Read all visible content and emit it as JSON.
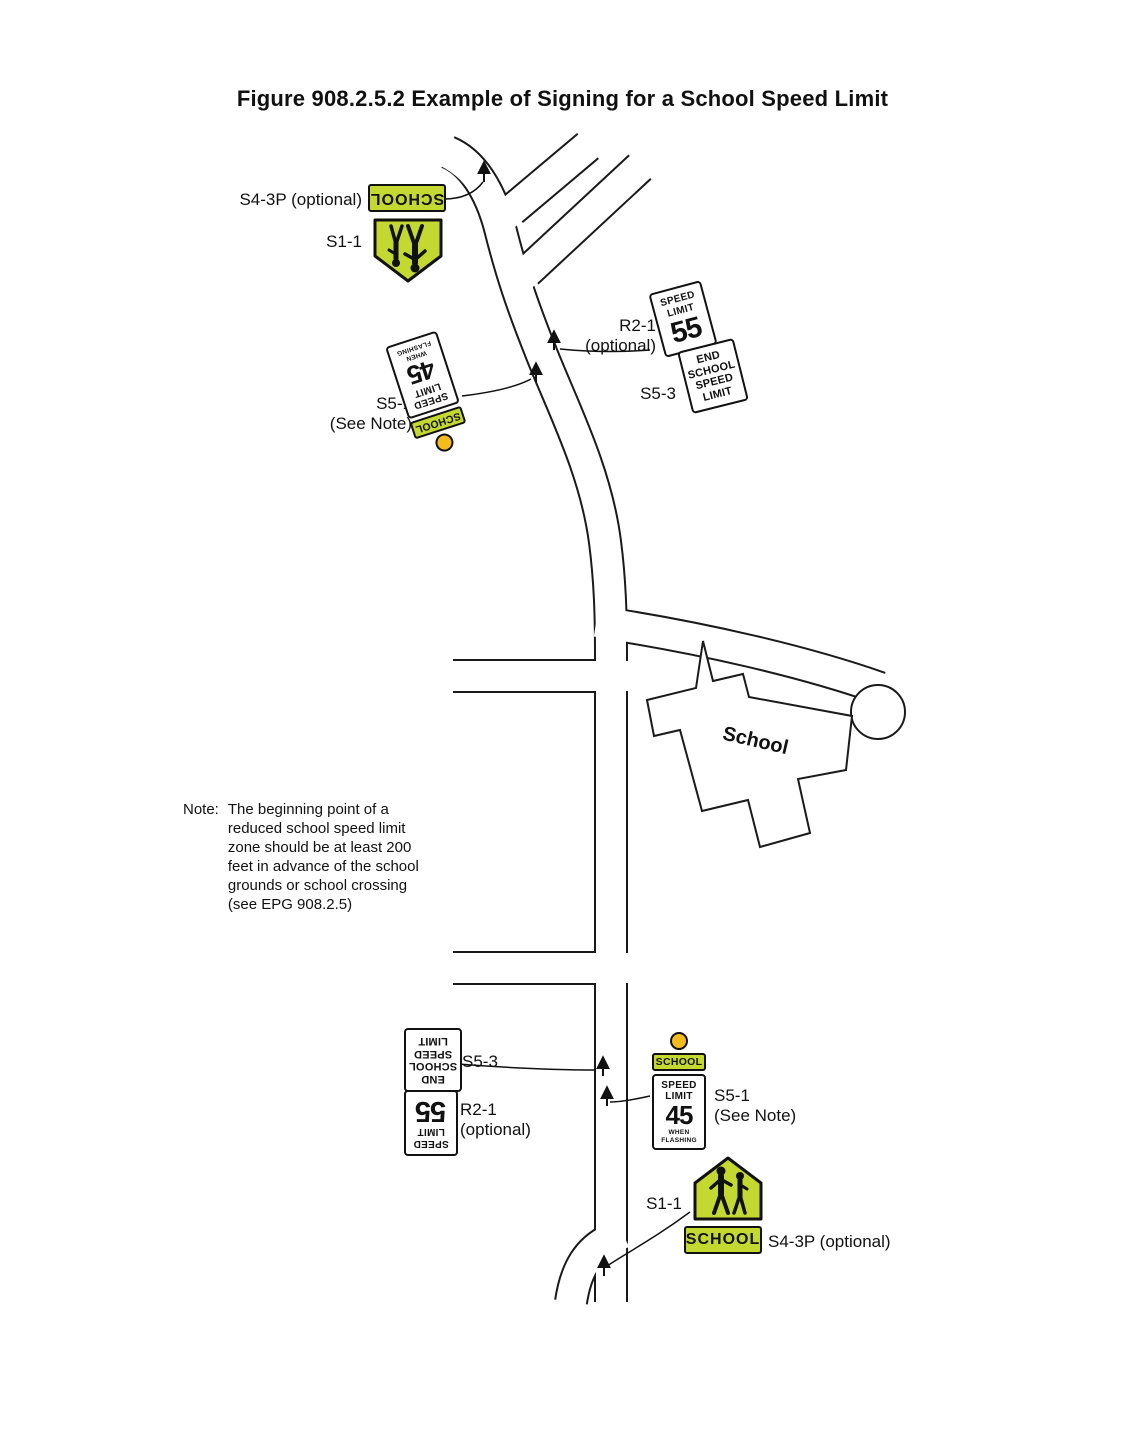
{
  "title": "Figure 908.2.5.2 Example of Signing for a School Speed Limit",
  "labels": {
    "s43p_top": "S4-3P (optional)",
    "s11_top": "S1-1",
    "s51_mid": [
      "S5-1",
      "(See Note)"
    ],
    "r21_top": [
      "R2-1",
      "(optional)"
    ],
    "s53_top": "S5-3",
    "s53_bottom": "S5-3",
    "r21_bottom": [
      "R2-1",
      "(optional)"
    ],
    "s51_bottom": [
      "S5-1",
      "(See Note)"
    ],
    "s11_bottom": "S1-1",
    "s43p_bottom": "S4-3P (optional)"
  },
  "signs": {
    "school_plaque": "SCHOOL",
    "speed_word": "SPEED",
    "limit_word": "LIMIT",
    "speed_45": "45",
    "speed_55": "55",
    "when_flashing": [
      "WHEN",
      "FLASHING"
    ],
    "end_school": [
      "END",
      "SCHOOL",
      "SPEED",
      "LIMIT"
    ]
  },
  "map": {
    "school_building_label": "School"
  },
  "note": {
    "label": "Note:",
    "lines": [
      "The beginning point of a",
      "reduced school speed limit",
      "zone should be at least 200",
      "feet in advance of the school",
      "grounds or school crossing",
      "(see EPG 908.2.5)"
    ]
  },
  "colors": {
    "sign_green": "#c4d832",
    "beacon_yellow": "#f4bb1c",
    "line_black": "#111111"
  }
}
